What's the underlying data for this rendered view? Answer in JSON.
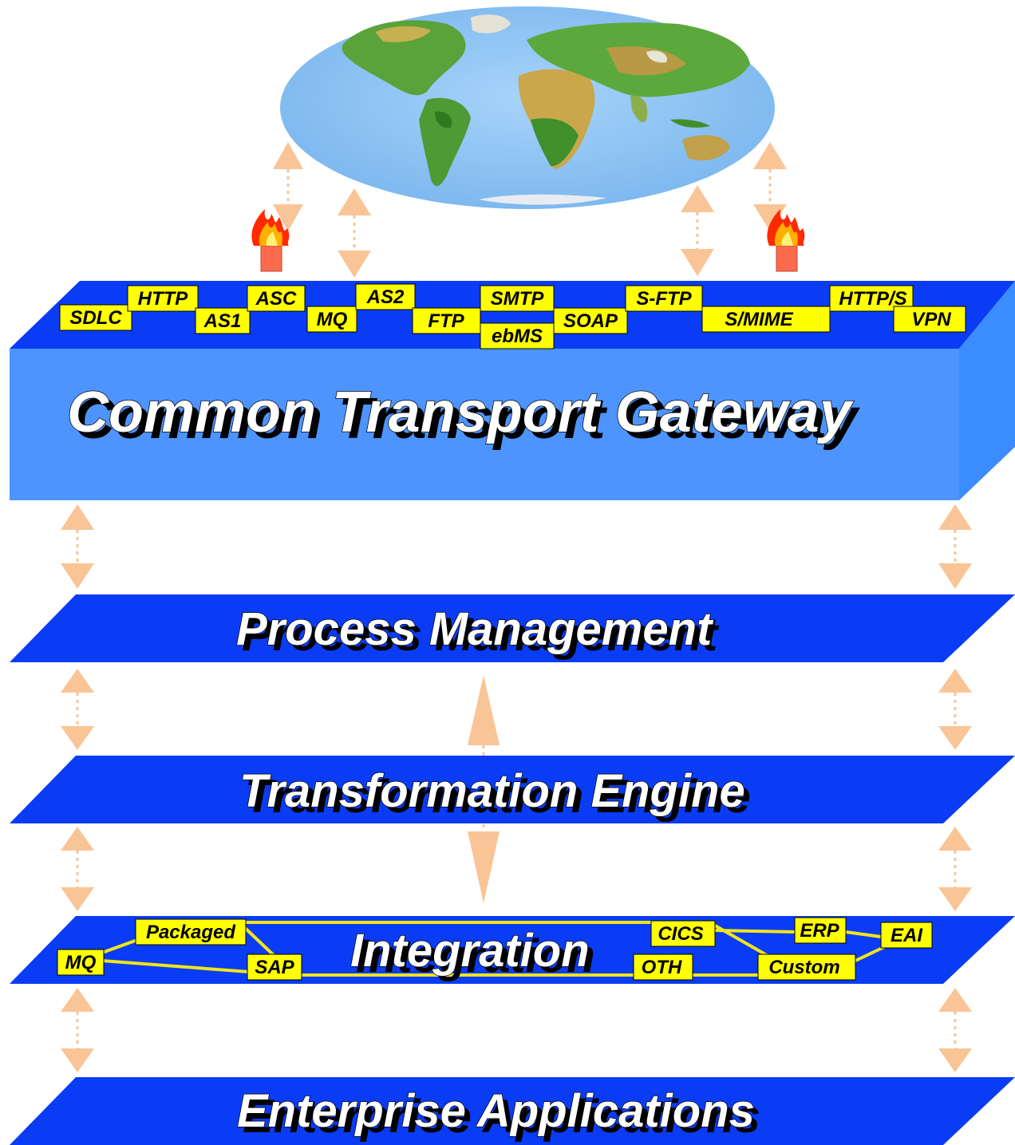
{
  "layers": {
    "gateway": "Common Transport Gateway",
    "process": "Process Management",
    "transform": "Transformation Engine",
    "integration": "Integration",
    "enterprise": "Enterprise Applications"
  },
  "transport_protocols": [
    "SDLC",
    "HTTP",
    "AS1",
    "ASC",
    "MQ",
    "AS2",
    "FTP",
    "SMTP",
    "ebMS",
    "SOAP",
    "S-FTP",
    "S/MIME",
    "HTTP/S",
    "VPN"
  ],
  "integration_nodes": [
    "MQ",
    "Packaged",
    "SAP",
    "CICS",
    "OTH",
    "ERP",
    "Custom",
    "EAI"
  ],
  "colors": {
    "layer_blue": "#0a3cf5",
    "gateway_front": "#4d94ff",
    "gateway_side": "#3a8cff",
    "tag_fill": "#ffff00",
    "connector": "#f2e618",
    "arrow": "#f9c596",
    "firewall": "#f96b4c",
    "ocean": "#8cc4f4"
  },
  "icons": [
    "globe-icon",
    "firewall-icon"
  ]
}
